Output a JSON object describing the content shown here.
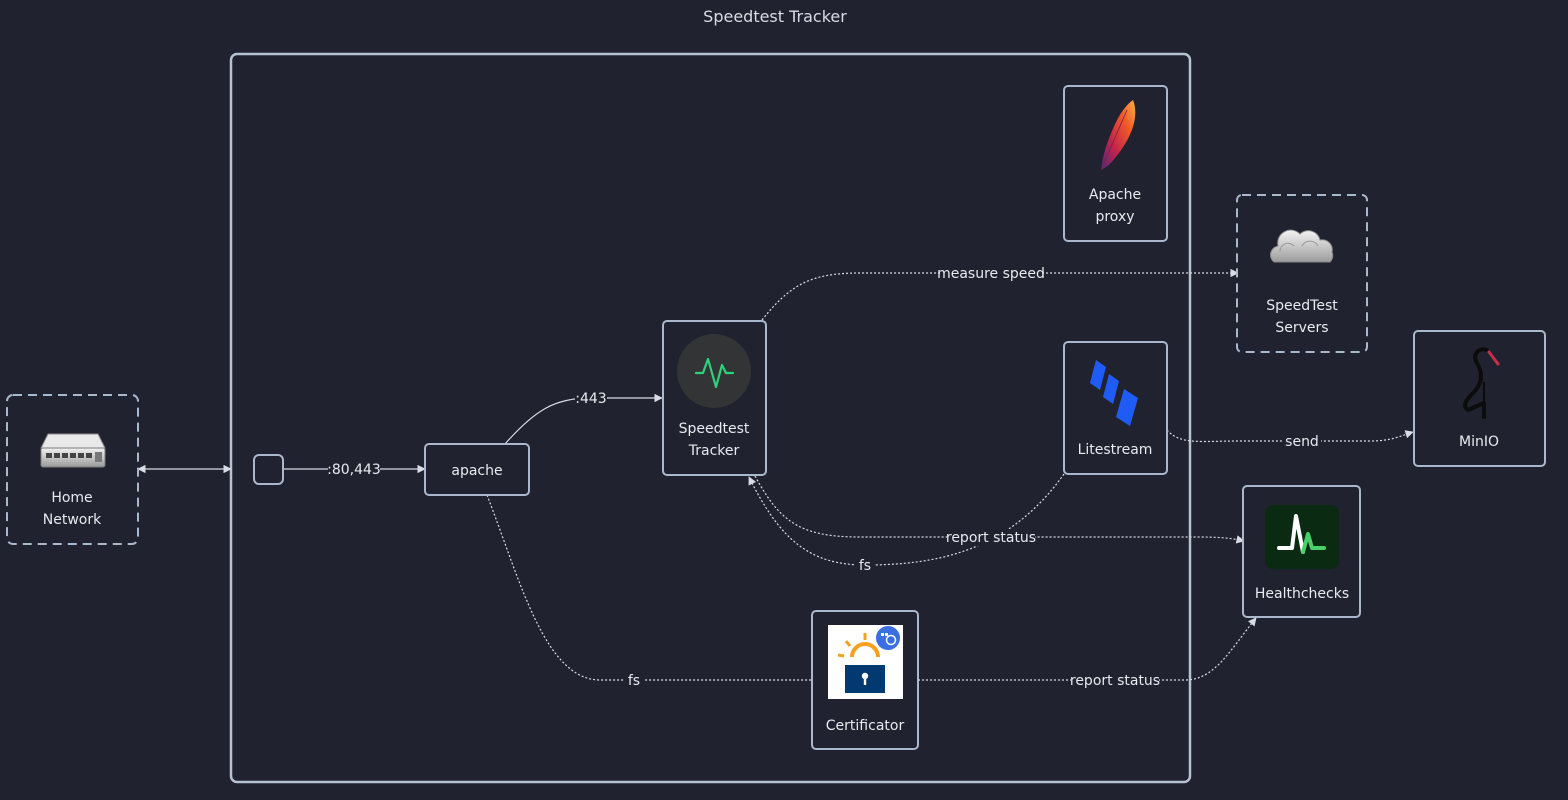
{
  "title": "Speedtest Tracker",
  "nodes": {
    "home_network": [
      "Home",
      "Network"
    ],
    "apache": [
      "apache"
    ],
    "apache_proxy": [
      "Apache",
      "proxy"
    ],
    "speedtest_tracker": [
      "Speedtest",
      "Tracker"
    ],
    "litestream": [
      "Litestream"
    ],
    "certificator": [
      "Certificator"
    ],
    "speedtest_servers": [
      "SpeedTest",
      "Servers"
    ],
    "minio": [
      "MinIO"
    ],
    "healthchecks": [
      "Healthchecks"
    ]
  },
  "edges": {
    "ports_http": ":80,443",
    "port_https": ":443",
    "measure_speed": "measure speed",
    "send": "send",
    "report_status_tracker": "report status",
    "fs_tracker": "fs",
    "fs_certificator": "fs",
    "report_status_certificator": "report status"
  },
  "icons": {
    "home_network": "network-switch-icon",
    "apache_proxy": "apache-feather-icon",
    "speedtest_tracker": "pulse-icon",
    "litestream": "litestream-icon",
    "certificator": "lock-certificate-icon",
    "speedtest_servers": "cloud-icon",
    "minio": "minio-heron-icon",
    "healthchecks": "healthchecks-icon"
  },
  "colors": {
    "background": "#21222f",
    "border": "#a9b8cc",
    "edge": "#d8dce4",
    "pulse_green": "#2fd27a",
    "litestream_blue": "#1f5cf5",
    "healthchecks_green": "#4bcf6b",
    "lets_encrypt_orange": "#f8a01d",
    "lock_navy": "#003a70"
  }
}
